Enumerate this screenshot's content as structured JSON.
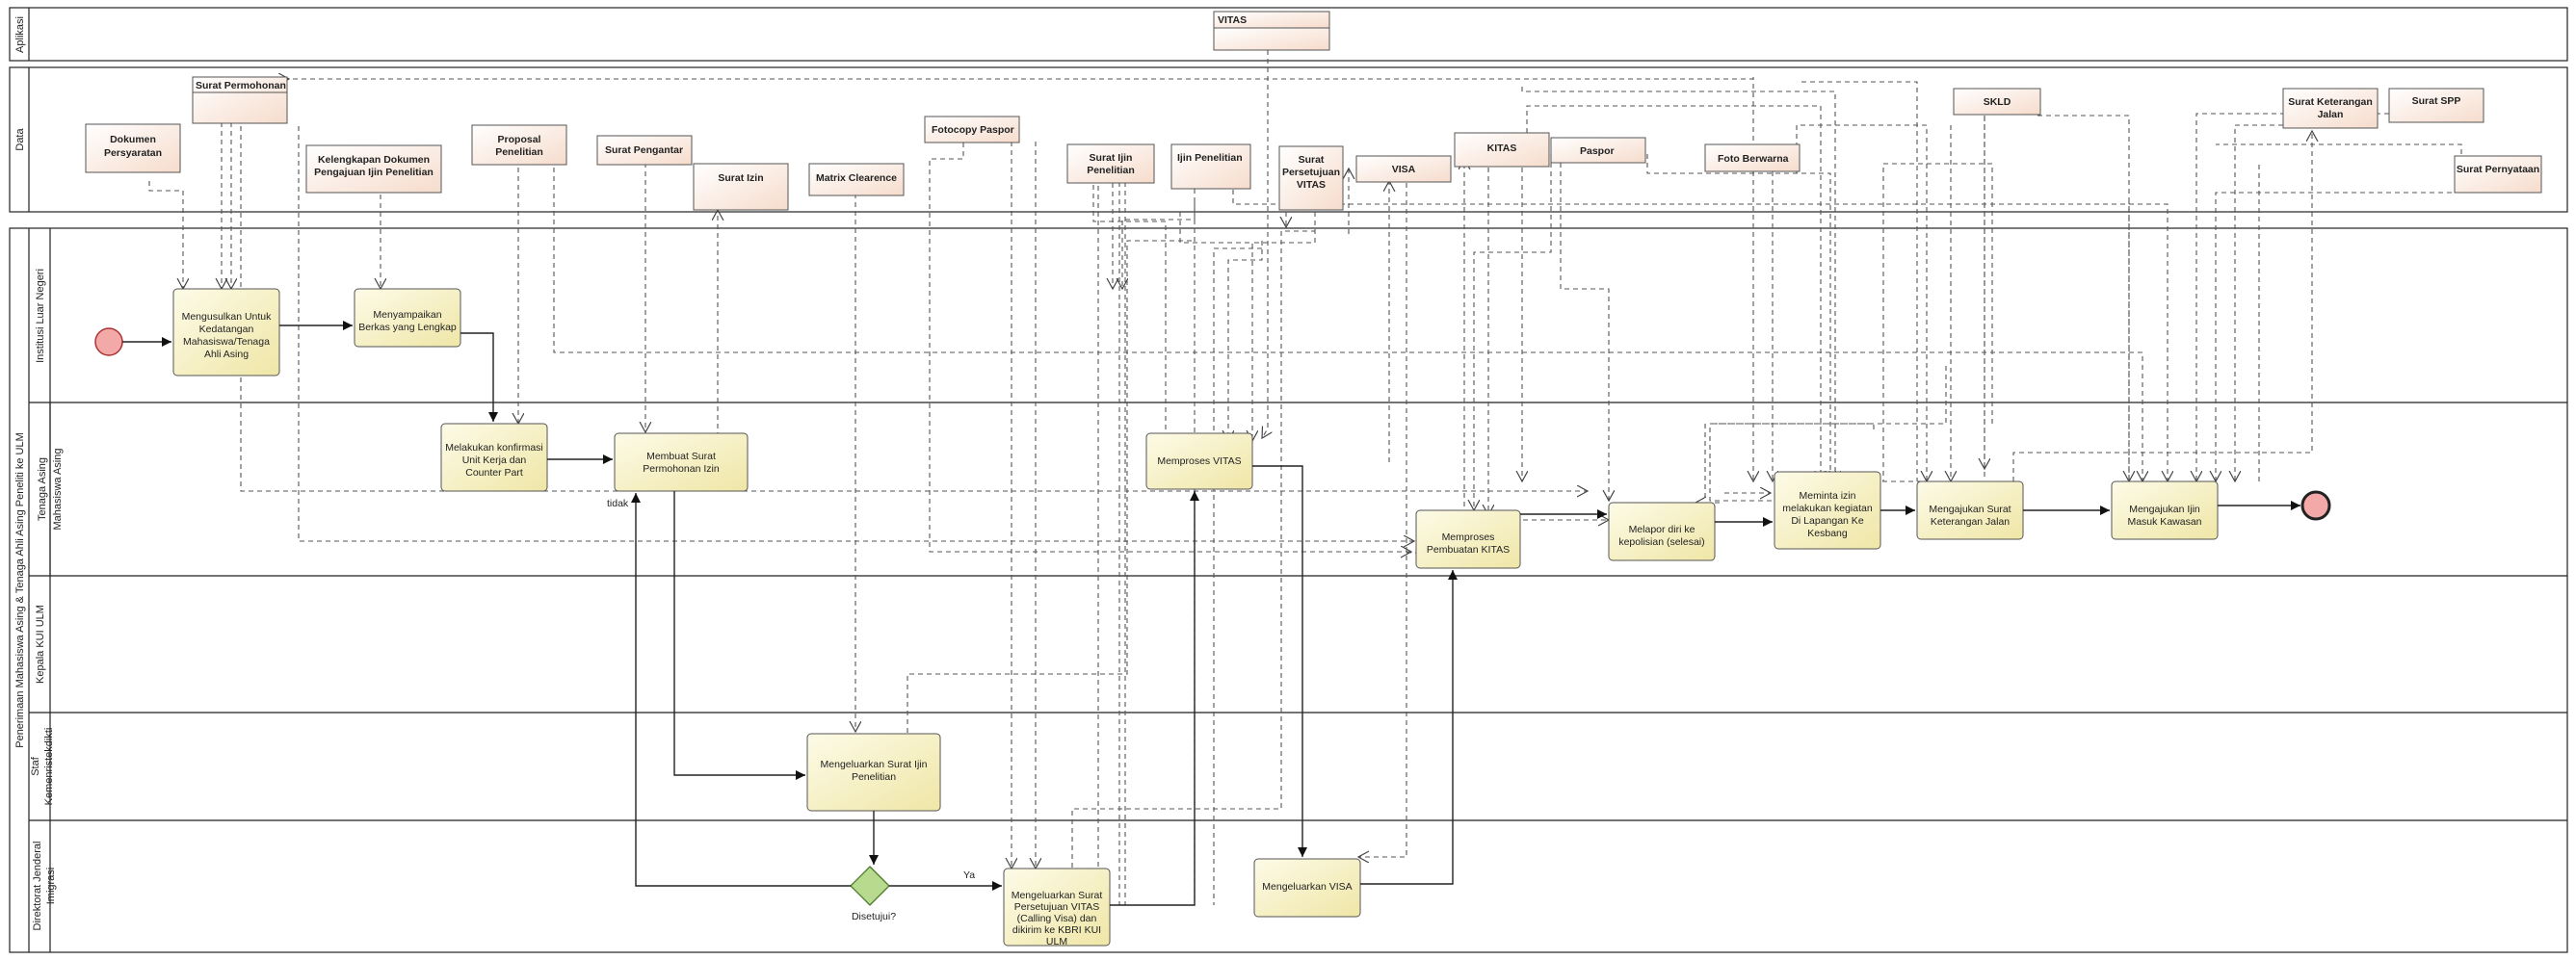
{
  "pool_title": "Penerimaan Mahasiswa Asing & Tenaga Ahli Asing Peneliti ke ULM",
  "lanes": {
    "aplikasi": "Aplikasi",
    "data": "Data",
    "institusi": "Institusi Luar Negeri",
    "tenaga_asing": "Tenaga Asing",
    "mahasiswa_asing": "Mahasiswa Asing",
    "kepala_kui": "Kepala KUI ULM",
    "staf": "Staf Kemenristekdikti",
    "dirjen": "Direktorat Jenderal Imigrasi"
  },
  "app_box": "VITAS",
  "data_objects": {
    "surat_permohonan": "Surat Permohonan",
    "dokumen_persyaratan": [
      "Dokumen",
      "Persyaratan"
    ],
    "kelengkapan": [
      "Kelengkapan Dokumen",
      "Pengajuan Ijin Penelitian"
    ],
    "proposal": [
      "Proposal",
      "Penelitian"
    ],
    "surat_pengantar": "Surat Pengantar",
    "surat_izin": "Surat Izin",
    "matrix": "Matrix Clearence",
    "fotocopy_paspor": "Fotocopy Paspor",
    "surat_ijin_penelitian": [
      "Surat Ijin",
      "Penelitian"
    ],
    "ijin_penelitian": "Ijin Penelitian",
    "surat_persetujuan": [
      "Surat",
      "Persetujuan",
      "VITAS"
    ],
    "visa": "VISA",
    "kitas": "KITAS",
    "paspor": "Paspor",
    "foto_berwarna": "Foto Berwarna",
    "skld": "SKLD",
    "surat_keterangan_jalan": [
      "Surat Keterangan",
      "Jalan"
    ],
    "surat_spp": "Surat SPP",
    "surat_pernyataan": "Surat Pernyataan"
  },
  "tasks": {
    "mengusulkan": [
      "Mengusulkan Untuk",
      "Kedatangan",
      "Mahasiswa/Tenaga",
      "Ahli Asing"
    ],
    "menyampaikan": [
      "Menyampaikan",
      "Berkas yang Lengkap"
    ],
    "konfirmasi": [
      "Melakukan konfirmasi",
      "Unit Kerja dan",
      "Counter Part"
    ],
    "membuat_surat": [
      "Membuat Surat",
      "Permohonan Izin"
    ],
    "memproses_vitas": [
      "Memproses VITAS"
    ],
    "memproses_kitas": [
      "Memproses",
      "Pembuatan KITAS"
    ],
    "melapor": [
      "Melapor diri ke",
      "kepolisian (selesai)"
    ],
    "meminta_izin": [
      "Meminta izin",
      "melakukan kegiatan",
      "Di Lapangan Ke",
      "Kesbang"
    ],
    "mengajukan_skj": [
      "Mengajukan  Surat",
      "Keterangan Jalan"
    ],
    "mengajukan_ijin": [
      "Mengajukan Ijin",
      "Masuk Kawasan"
    ],
    "mengeluarkan_ijin": [
      "Mengeluarkan Surat Ijin",
      "Penelitian"
    ],
    "mengeluarkan_persetujuan": [
      "Mengeluarkan Surat",
      "Persetujuan VITAS",
      "(Calling Visa) dan",
      "dikirim ke KBRI KUI",
      "ULM"
    ],
    "mengeluarkan_visa": [
      "Mengeluarkan VISA"
    ]
  },
  "gateway_label": "Disetujui?",
  "flow_labels": {
    "yes": "Ya",
    "no": "tidak"
  },
  "colors": {
    "task_fill": "#f7f2c6",
    "task_stroke": "#555555",
    "data_fill": "#fbece2",
    "start_fill": "#f4a9a9",
    "gateway_fill": "#b7da8f",
    "lane_stroke": "#222222"
  }
}
